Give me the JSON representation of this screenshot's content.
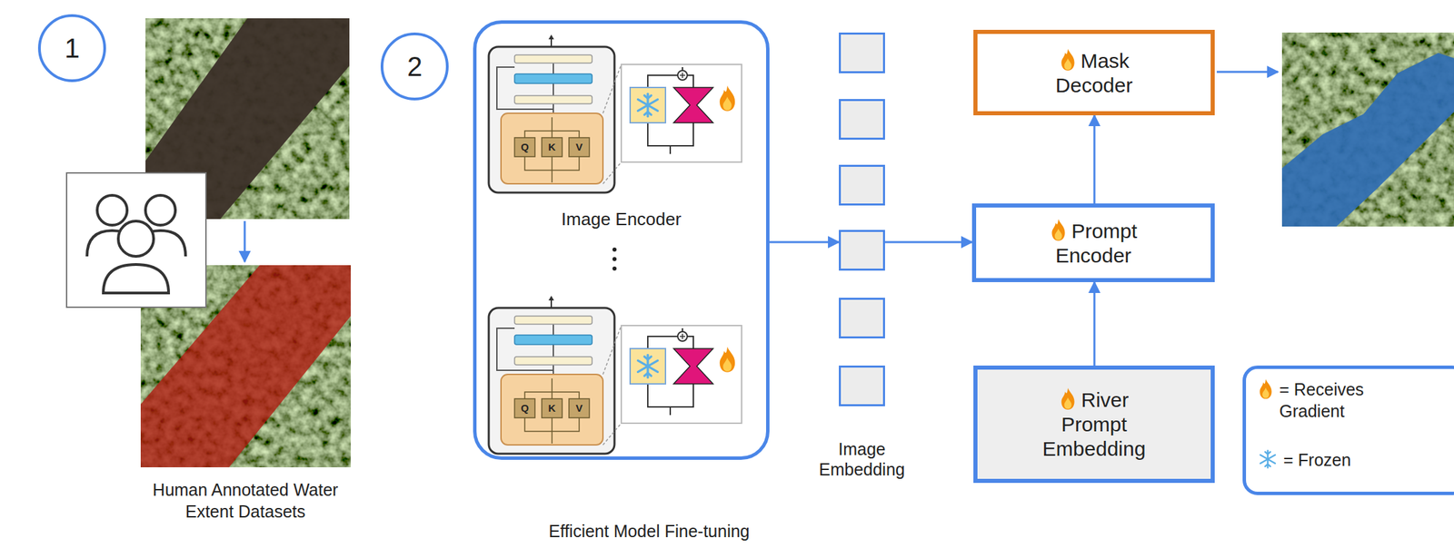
{
  "diagram": {
    "nodes": [
      {
        "text": [
          "1"
        ]
      },
      {
        "text": [
          "2"
        ]
      },
      {
        "text": [
          "Image Encoder"
        ]
      },
      {
        "text": [
          "Image Embedding"
        ]
      },
      {
        "text": [
          "Mask Decoder"
        ]
      },
      {
        "text": [
          "Prompt Encoder"
        ]
      },
      {
        "text": [
          "River Prompt Embedding"
        ]
      }
    ],
    "edges": [
      {
        "from": 2,
        "to": 3,
        "arrow": "to"
      },
      {
        "from": 3,
        "to": 5,
        "arrow": "to"
      },
      {
        "from": 5,
        "to": 4,
        "arrow": "to"
      },
      {
        "from": 6,
        "to": 5,
        "arrow": "to"
      }
    ],
    "labels": [
      "Human Annotated Water Extent Datasets",
      "Efficient Model Fine-tuning",
      "Q",
      "K",
      "V",
      "Q",
      "K",
      "V"
    ],
    "legend": [
      {
        "text": "= Receives Gradient"
      },
      {
        "text": "= Frozen"
      }
    ]
  }
}
